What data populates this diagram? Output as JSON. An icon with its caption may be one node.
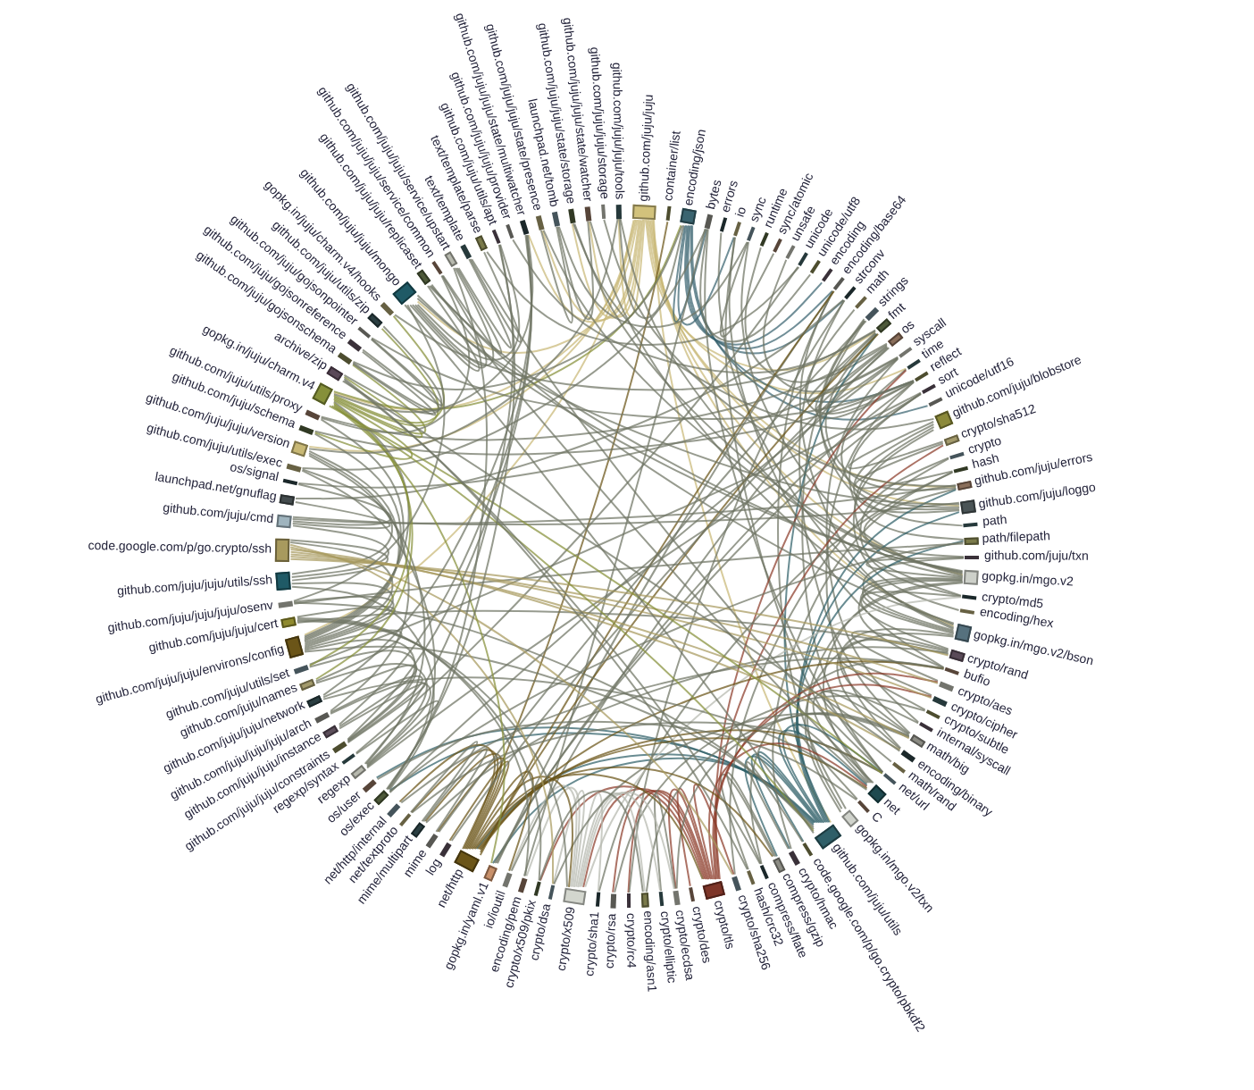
{
  "diagram": {
    "nodes": [
      {
        "text": [
          "github.com/juju/juju"
        ]
      },
      {
        "text": [
          "container/list"
        ]
      },
      {
        "text": [
          "encoding/json"
        ]
      },
      {
        "text": [
          "bytes"
        ]
      },
      {
        "text": [
          "errors"
        ]
      },
      {
        "text": [
          "io"
        ]
      },
      {
        "text": [
          "sync"
        ]
      },
      {
        "text": [
          "runtime"
        ]
      },
      {
        "text": [
          "sync/atomic"
        ]
      },
      {
        "text": [
          "unsafe"
        ]
      },
      {
        "text": [
          "unicode"
        ]
      },
      {
        "text": [
          "unicode/utf8"
        ]
      },
      {
        "text": [
          "encoding"
        ]
      },
      {
        "text": [
          "encoding/base64"
        ]
      },
      {
        "text": [
          "strconv"
        ]
      },
      {
        "text": [
          "math"
        ]
      },
      {
        "text": [
          "strings"
        ]
      },
      {
        "text": [
          "fmt"
        ]
      },
      {
        "text": [
          "os"
        ]
      },
      {
        "text": [
          "syscall"
        ]
      },
      {
        "text": [
          "time"
        ]
      },
      {
        "text": [
          "reflect"
        ]
      },
      {
        "text": [
          "sort"
        ]
      },
      {
        "text": [
          "unicode/utf16"
        ]
      },
      {
        "text": [
          "github.com/juju/blobstore"
        ]
      },
      {
        "text": [
          "crypto/sha512"
        ]
      },
      {
        "text": [
          "crypto"
        ]
      },
      {
        "text": [
          "hash"
        ]
      },
      {
        "text": [
          "github.com/juju/errors"
        ]
      },
      {
        "text": [
          "github.com/juju/loggo"
        ]
      },
      {
        "text": [
          "path"
        ]
      },
      {
        "text": [
          "path/filepath"
        ]
      },
      {
        "text": [
          "github.com/juju/txn"
        ]
      },
      {
        "text": [
          "gopkg.in/mgo.v2"
        ]
      },
      {
        "text": [
          "crypto/md5"
        ]
      },
      {
        "text": [
          "encoding/hex"
        ]
      },
      {
        "text": [
          "gopkg.in/mgo.v2/bson"
        ]
      },
      {
        "text": [
          "crypto/rand"
        ]
      },
      {
        "text": [
          "bufio"
        ]
      },
      {
        "text": [
          "crypto/aes"
        ]
      },
      {
        "text": [
          "crypto/cipher"
        ]
      },
      {
        "text": [
          "crypto/subtle"
        ]
      },
      {
        "text": [
          "internal/syscall"
        ]
      },
      {
        "text": [
          "math/big"
        ]
      },
      {
        "text": [
          "encoding/binary"
        ]
      },
      {
        "text": [
          "math/rand"
        ]
      },
      {
        "text": [
          "net/url"
        ]
      },
      {
        "text": [
          "net"
        ]
      },
      {
        "text": [
          "C"
        ]
      },
      {
        "text": [
          "gopkg.in/mgo.v2/txn"
        ]
      },
      {
        "text": [
          "github.com/juju/utils"
        ]
      },
      {
        "text": [
          "code.google.com/p/go.crypto/pbkdf2"
        ]
      },
      {
        "text": [
          "crypto/hmac"
        ]
      },
      {
        "text": [
          "compress/gzip"
        ]
      },
      {
        "text": [
          "compress/flate"
        ]
      },
      {
        "text": [
          "hash/crc32"
        ]
      },
      {
        "text": [
          "crypto/sha256"
        ]
      },
      {
        "text": [
          "crypto/tls"
        ]
      },
      {
        "text": [
          "crypto/des"
        ]
      },
      {
        "text": [
          "crypto/ecdsa"
        ]
      },
      {
        "text": [
          "crypto/elliptic"
        ]
      },
      {
        "text": [
          "encoding/asn1"
        ]
      },
      {
        "text": [
          "crypto/rc4"
        ]
      },
      {
        "text": [
          "crypto/rsa"
        ]
      },
      {
        "text": [
          "crypto/sha1"
        ]
      },
      {
        "text": [
          "crypto/x509"
        ]
      },
      {
        "text": [
          "crypto/dsa"
        ]
      },
      {
        "text": [
          "crypto/x509/pkix"
        ]
      },
      {
        "text": [
          "encoding/pem"
        ]
      },
      {
        "text": [
          "io/ioutil"
        ]
      },
      {
        "text": [
          "gopkg.in/yaml.v1"
        ]
      },
      {
        "text": [
          "net/http"
        ]
      },
      {
        "text": [
          "log"
        ]
      },
      {
        "text": [
          "mime"
        ]
      },
      {
        "text": [
          "mime/multipart"
        ]
      },
      {
        "text": [
          "net/textproto"
        ]
      },
      {
        "text": [
          "net/http/internal"
        ]
      },
      {
        "text": [
          "os/exec"
        ]
      },
      {
        "text": [
          "os/user"
        ]
      },
      {
        "text": [
          "regexp"
        ]
      },
      {
        "text": [
          "regexp/syntax"
        ]
      },
      {
        "text": [
          "github.com/juju/juju/constraints"
        ]
      },
      {
        "text": [
          "github.com/juju/juju/instance"
        ]
      },
      {
        "text": [
          "github.com/juju/juju/juju/arch"
        ]
      },
      {
        "text": [
          "github.com/juju/juju/network"
        ]
      },
      {
        "text": [
          "github.com/juju/names"
        ]
      },
      {
        "text": [
          "github.com/juju/utils/set"
        ]
      },
      {
        "text": [
          "github.com/juju/juju/environs/config"
        ]
      },
      {
        "text": [
          "github.com/juju/juju/cert"
        ]
      },
      {
        "text": [
          "github.com/juju/juju/juju/osenv"
        ]
      },
      {
        "text": [
          "github.com/juju/juju/utils/ssh"
        ]
      },
      {
        "text": [
          "code.google.com/p/go.crypto/ssh"
        ]
      },
      {
        "text": [
          "github.com/juju/cmd"
        ]
      },
      {
        "text": [
          "launchpad.net/gnuflag"
        ]
      },
      {
        "text": [
          "os/signal"
        ]
      },
      {
        "text": [
          "github.com/juju/utils/exec"
        ]
      },
      {
        "text": [
          "github.com/juju/juju/version"
        ]
      },
      {
        "text": [
          "github.com/juju/schema"
        ]
      },
      {
        "text": [
          "github.com/juju/utils/proxy"
        ]
      },
      {
        "text": [
          "gopkg.in/juju/charm.v4"
        ]
      },
      {
        "text": [
          "archive/zip"
        ]
      },
      {
        "text": [
          "github.com/juju/gojsonschema"
        ]
      },
      {
        "text": [
          "github.com/juju/gojsonreference"
        ]
      },
      {
        "text": [
          "github.com/juju/gojsonpointer"
        ]
      },
      {
        "text": [
          "github.com/juju/utils/zip"
        ]
      },
      {
        "text": [
          "gopkg.in/juju/charm.v4/hooks"
        ]
      },
      {
        "text": [
          "github.com/juju/juju/mongo"
        ]
      },
      {
        "text": [
          "github.com/juju/juju/replicaset"
        ]
      },
      {
        "text": [
          "github.com/juju/juju/service/common"
        ]
      },
      {
        "text": [
          "github.com/juju/juju/service/upstart"
        ]
      },
      {
        "text": [
          "text/template"
        ]
      },
      {
        "text": [
          "text/template/parse"
        ]
      },
      {
        "text": [
          "github.com/juju/utils/apt"
        ]
      },
      {
        "text": [
          "github.com/juju/juju/provider"
        ]
      },
      {
        "text": [
          "github.com/juju/juju/state/multiwatcher"
        ]
      },
      {
        "text": [
          "github.com/juju/juju/state/presence"
        ]
      },
      {
        "text": [
          "launchpad.net/tomb"
        ]
      },
      {
        "text": [
          "github.com/juju/juju/state/storage"
        ]
      },
      {
        "text": [
          "github.com/juju/juju/state/watcher"
        ]
      },
      {
        "text": [
          "github.com/juju/juju/storage"
        ]
      },
      {
        "text": [
          "github.com/juju/juju/tools"
        ]
      }
    ],
    "edges": [
      {
        "from": 0,
        "to": 17,
        "arrow": "none",
        "color": "#c9b877"
      },
      {
        "from": 0,
        "to": 20,
        "arrow": "none",
        "color": "#c9b877"
      },
      {
        "from": 0,
        "to": 28,
        "arrow": "none",
        "color": "#c9b877"
      },
      {
        "from": 0,
        "to": 29,
        "arrow": "none",
        "color": "#c9b877"
      },
      {
        "from": 0,
        "to": 33,
        "arrow": "none",
        "color": "#c9b877"
      },
      {
        "from": 0,
        "to": 36,
        "arrow": "none",
        "color": "#c9b877"
      },
      {
        "from": 0,
        "to": 50,
        "arrow": "none",
        "color": "#c9b877"
      },
      {
        "from": 0,
        "to": 87,
        "arrow": "none",
        "color": "#c9b877"
      },
      {
        "from": 0,
        "to": 99,
        "arrow": "none",
        "color": "#c9b877"
      },
      {
        "from": 0,
        "to": 106,
        "arrow": "none",
        "color": "#c9b877"
      },
      {
        "from": 0,
        "to": 114,
        "arrow": "none",
        "color": "#c9b877"
      },
      {
        "from": 0,
        "to": 115,
        "arrow": "none",
        "color": "#c9b877"
      },
      {
        "from": 0,
        "to": 117,
        "arrow": "none",
        "color": "#c9b877"
      },
      {
        "from": 0,
        "to": 118,
        "arrow": "none",
        "color": "#c9b877"
      },
      {
        "from": 0,
        "to": 120,
        "arrow": "none",
        "color": "#c9b877"
      },
      {
        "from": 0,
        "to": 96,
        "arrow": "none",
        "color": "#c9b877"
      },
      {
        "from": 2,
        "to": 3,
        "arrow": "none",
        "color": "#3a6470"
      },
      {
        "from": 2,
        "to": 12,
        "arrow": "none",
        "color": "#3a6470"
      },
      {
        "from": 2,
        "to": 13,
        "arrow": "none",
        "color": "#3a6470"
      },
      {
        "from": 2,
        "to": 5,
        "arrow": "none",
        "color": "#3a6470"
      },
      {
        "from": 2,
        "to": 21,
        "arrow": "none",
        "color": "#3a6470"
      },
      {
        "from": 2,
        "to": 14,
        "arrow": "none",
        "color": "#3a6470"
      },
      {
        "from": 2,
        "to": 23,
        "arrow": "none",
        "color": "#3a6470"
      },
      {
        "from": 3,
        "to": 11,
        "arrow": "none"
      },
      {
        "from": 6,
        "to": 8,
        "arrow": "none"
      },
      {
        "from": 17,
        "to": 18,
        "arrow": "none"
      },
      {
        "from": 17,
        "to": 21,
        "arrow": "none"
      },
      {
        "from": 18,
        "to": 19,
        "arrow": "none"
      },
      {
        "from": 18,
        "to": 7,
        "arrow": "none"
      },
      {
        "from": 19,
        "to": 9,
        "arrow": "none"
      },
      {
        "from": 21,
        "to": 15,
        "arrow": "none"
      },
      {
        "from": 24,
        "to": 25,
        "arrow": "none"
      },
      {
        "from": 24,
        "to": 35,
        "arrow": "none"
      },
      {
        "from": 24,
        "to": 29,
        "arrow": "none"
      },
      {
        "from": 24,
        "to": 33,
        "arrow": "none"
      },
      {
        "from": 25,
        "to": 27,
        "arrow": "none"
      },
      {
        "from": 28,
        "to": 17,
        "arrow": "none"
      },
      {
        "from": 29,
        "to": 16,
        "arrow": "none"
      },
      {
        "from": 29,
        "to": 20,
        "arrow": "none"
      },
      {
        "from": 30,
        "to": 16,
        "arrow": "none"
      },
      {
        "from": 31,
        "to": 22,
        "arrow": "none"
      },
      {
        "from": 32,
        "to": 33,
        "arrow": "none"
      },
      {
        "from": 32,
        "to": 36,
        "arrow": "none"
      },
      {
        "from": 32,
        "to": 28,
        "arrow": "none"
      },
      {
        "from": 33,
        "to": 36,
        "arrow": "none"
      },
      {
        "from": 33,
        "to": 47,
        "arrow": "none"
      },
      {
        "from": 33,
        "to": 6,
        "arrow": "none"
      },
      {
        "from": 33,
        "to": 37,
        "arrow": "none"
      },
      {
        "from": 33,
        "to": 38,
        "arrow": "none"
      },
      {
        "from": 34,
        "to": 26,
        "arrow": "none"
      },
      {
        "from": 36,
        "to": 4,
        "arrow": "none"
      },
      {
        "from": 36,
        "to": 34,
        "arrow": "none"
      },
      {
        "from": 36,
        "to": 44,
        "arrow": "none"
      },
      {
        "from": 36,
        "to": 13,
        "arrow": "none"
      },
      {
        "from": 37,
        "to": 39,
        "arrow": "none"
      },
      {
        "from": 37,
        "to": 43,
        "arrow": "none"
      },
      {
        "from": 38,
        "to": 5,
        "arrow": "none"
      },
      {
        "from": 40,
        "to": 41,
        "arrow": "none"
      },
      {
        "from": 42,
        "to": 19,
        "arrow": "none"
      },
      {
        "from": 43,
        "to": 45,
        "arrow": "none"
      },
      {
        "from": 43,
        "to": 14,
        "arrow": "none"
      },
      {
        "from": 44,
        "to": 21,
        "arrow": "none"
      },
      {
        "from": 46,
        "to": 3,
        "arrow": "none"
      },
      {
        "from": 46,
        "to": 16,
        "arrow": "none"
      },
      {
        "from": 47,
        "to": 42,
        "arrow": "none"
      },
      {
        "from": 47,
        "to": 48,
        "arrow": "none"
      },
      {
        "from": 47,
        "to": 5,
        "arrow": "none"
      },
      {
        "from": 49,
        "to": 33,
        "arrow": "none"
      },
      {
        "from": 49,
        "to": 36,
        "arrow": "none"
      },
      {
        "from": 49,
        "to": 13,
        "arrow": "none"
      },
      {
        "from": 50,
        "to": 51,
        "arrow": "none",
        "color": "#2f5f68"
      },
      {
        "from": 50,
        "to": 52,
        "arrow": "none",
        "color": "#2f5f68"
      },
      {
        "from": 50,
        "to": 53,
        "arrow": "none",
        "color": "#2f5f68"
      },
      {
        "from": 50,
        "to": 17,
        "arrow": "none",
        "color": "#2f5f68"
      },
      {
        "from": 50,
        "to": 77,
        "arrow": "none",
        "color": "#2f5f68"
      },
      {
        "from": 50,
        "to": 29,
        "arrow": "none",
        "color": "#2f5f68"
      },
      {
        "from": 50,
        "to": 28,
        "arrow": "none",
        "color": "#2f5f68"
      },
      {
        "from": 50,
        "to": 31,
        "arrow": "none",
        "color": "#2f5f68"
      },
      {
        "from": 50,
        "to": 47,
        "arrow": "none",
        "color": "#2f5f68"
      },
      {
        "from": 50,
        "to": 70,
        "arrow": "none",
        "color": "#2f5f68"
      },
      {
        "from": 50,
        "to": 78,
        "arrow": "none",
        "color": "#2f5f68"
      },
      {
        "from": 50,
        "to": 46,
        "arrow": "none",
        "color": "#2f5f68"
      },
      {
        "from": 50,
        "to": 71,
        "arrow": "none",
        "color": "#2f5f68"
      },
      {
        "from": 51,
        "to": 52,
        "arrow": "none"
      },
      {
        "from": 52,
        "to": 27,
        "arrow": "none"
      },
      {
        "from": 53,
        "to": 54,
        "arrow": "none"
      },
      {
        "from": 53,
        "to": 55,
        "arrow": "none"
      },
      {
        "from": 54,
        "to": 38,
        "arrow": "none"
      },
      {
        "from": 56,
        "to": 26,
        "arrow": "none"
      },
      {
        "from": 57,
        "to": 39,
        "arrow": "none",
        "color": "#8c3b2a"
      },
      {
        "from": 57,
        "to": 40,
        "arrow": "none",
        "color": "#8c3b2a"
      },
      {
        "from": 57,
        "to": 58,
        "arrow": "none",
        "color": "#8c3b2a"
      },
      {
        "from": 57,
        "to": 59,
        "arrow": "none",
        "color": "#8c3b2a"
      },
      {
        "from": 57,
        "to": 62,
        "arrow": "none",
        "color": "#8c3b2a"
      },
      {
        "from": 57,
        "to": 63,
        "arrow": "none",
        "color": "#8c3b2a"
      },
      {
        "from": 57,
        "to": 56,
        "arrow": "none",
        "color": "#8c3b2a"
      },
      {
        "from": 57,
        "to": 25,
        "arrow": "none",
        "color": "#8c3b2a"
      },
      {
        "from": 57,
        "to": 65,
        "arrow": "none",
        "color": "#8c3b2a"
      },
      {
        "from": 57,
        "to": 67,
        "arrow": "none",
        "color": "#8c3b2a"
      },
      {
        "from": 57,
        "to": 47,
        "arrow": "none",
        "color": "#8c3b2a"
      },
      {
        "from": 57,
        "to": 20,
        "arrow": "none",
        "color": "#8c3b2a"
      },
      {
        "from": 59,
        "to": 60,
        "arrow": "none"
      },
      {
        "from": 59,
        "to": 43,
        "arrow": "none"
      },
      {
        "from": 61,
        "to": 43,
        "arrow": "none"
      },
      {
        "from": 62,
        "to": 14,
        "arrow": "none"
      },
      {
        "from": 63,
        "to": 41,
        "arrow": "none"
      },
      {
        "from": 64,
        "to": 27,
        "arrow": "none"
      },
      {
        "from": 65,
        "to": 66,
        "arrow": "none",
        "color": "#b5b8ae"
      },
      {
        "from": 65,
        "to": 59,
        "arrow": "none",
        "color": "#b5b8ae"
      },
      {
        "from": 65,
        "to": 60,
        "arrow": "none",
        "color": "#b5b8ae"
      },
      {
        "from": 65,
        "to": 61,
        "arrow": "none",
        "color": "#b5b8ae"
      },
      {
        "from": 65,
        "to": 68,
        "arrow": "none",
        "color": "#b5b8ae"
      },
      {
        "from": 65,
        "to": 64,
        "arrow": "none",
        "color": "#b5b8ae"
      },
      {
        "from": 65,
        "to": 34,
        "arrow": "none",
        "color": "#b5b8ae"
      },
      {
        "from": 65,
        "to": 69,
        "arrow": "none",
        "color": "#b5b8ae"
      },
      {
        "from": 66,
        "to": 43,
        "arrow": "none"
      },
      {
        "from": 67,
        "to": 61,
        "arrow": "none"
      },
      {
        "from": 68,
        "to": 3,
        "arrow": "none"
      },
      {
        "from": 69,
        "to": 18,
        "arrow": "none"
      },
      {
        "from": 70,
        "to": 13,
        "arrow": "none"
      },
      {
        "from": 70,
        "to": 21,
        "arrow": "none"
      },
      {
        "from": 70,
        "to": 22,
        "arrow": "none"
      },
      {
        "from": 71,
        "to": 57,
        "arrow": "none",
        "color": "#6b5518"
      },
      {
        "from": 71,
        "to": 65,
        "arrow": "none",
        "color": "#6b5518"
      },
      {
        "from": 71,
        "to": 47,
        "arrow": "none",
        "color": "#6b5518"
      },
      {
        "from": 71,
        "to": 46,
        "arrow": "none",
        "color": "#6b5518"
      },
      {
        "from": 71,
        "to": 53,
        "arrow": "none",
        "color": "#6b5518"
      },
      {
        "from": 71,
        "to": 75,
        "arrow": "none",
        "color": "#6b5518"
      },
      {
        "from": 71,
        "to": 74,
        "arrow": "none",
        "color": "#6b5518"
      },
      {
        "from": 71,
        "to": 73,
        "arrow": "none",
        "color": "#6b5518"
      },
      {
        "from": 71,
        "to": 72,
        "arrow": "none",
        "color": "#6b5518"
      },
      {
        "from": 71,
        "to": 76,
        "arrow": "none",
        "color": "#6b5518"
      },
      {
        "from": 71,
        "to": 38,
        "arrow": "none",
        "color": "#6b5518"
      },
      {
        "from": 71,
        "to": 13,
        "arrow": "none",
        "color": "#6b5518"
      },
      {
        "from": 71,
        "to": 17,
        "arrow": "none",
        "color": "#6b5518"
      },
      {
        "from": 71,
        "to": 69,
        "arrow": "none",
        "color": "#6b5518"
      },
      {
        "from": 71,
        "to": 1,
        "arrow": "none",
        "color": "#6b5518"
      },
      {
        "from": 72,
        "to": 18,
        "arrow": "none"
      },
      {
        "from": 73,
        "to": 16,
        "arrow": "none"
      },
      {
        "from": 74,
        "to": 73,
        "arrow": "none"
      },
      {
        "from": 74,
        "to": 75,
        "arrow": "none"
      },
      {
        "from": 74,
        "to": 37,
        "arrow": "none"
      },
      {
        "from": 75,
        "to": 46,
        "arrow": "none"
      },
      {
        "from": 76,
        "to": 38,
        "arrow": "none"
      },
      {
        "from": 77,
        "to": 19,
        "arrow": "none"
      },
      {
        "from": 77,
        "to": 31,
        "arrow": "none"
      },
      {
        "from": 78,
        "to": 48,
        "arrow": "none"
      },
      {
        "from": 79,
        "to": 80,
        "arrow": "none"
      },
      {
        "from": 79,
        "to": 22,
        "arrow": "none"
      },
      {
        "from": 80,
        "to": 10,
        "arrow": "none"
      },
      {
        "from": 81,
        "to": 83,
        "arrow": "none"
      },
      {
        "from": 81,
        "to": 82,
        "arrow": "none"
      },
      {
        "from": 81,
        "to": 86,
        "arrow": "none"
      },
      {
        "from": 82,
        "to": 84,
        "arrow": "none"
      },
      {
        "from": 83,
        "to": 79,
        "arrow": "none"
      },
      {
        "from": 84,
        "to": 47,
        "arrow": "none"
      },
      {
        "from": 85,
        "to": 79,
        "arrow": "none"
      },
      {
        "from": 86,
        "to": 22,
        "arrow": "none"
      },
      {
        "from": 87,
        "to": 91,
        "arrow": "none"
      },
      {
        "from": 87,
        "to": 90,
        "arrow": "none"
      },
      {
        "from": 87,
        "to": 88,
        "arrow": "none"
      },
      {
        "from": 87,
        "to": 89,
        "arrow": "none"
      },
      {
        "from": 87,
        "to": 99,
        "arrow": "none"
      },
      {
        "from": 87,
        "to": 97,
        "arrow": "none"
      },
      {
        "from": 87,
        "to": 98,
        "arrow": "none"
      },
      {
        "from": 87,
        "to": 96,
        "arrow": "none"
      },
      {
        "from": 87,
        "to": 50,
        "arrow": "none"
      },
      {
        "from": 87,
        "to": 85,
        "arrow": "none"
      },
      {
        "from": 87,
        "to": 81,
        "arrow": "none"
      },
      {
        "from": 88,
        "to": 65,
        "arrow": "none"
      },
      {
        "from": 88,
        "to": 67,
        "arrow": "none"
      },
      {
        "from": 88,
        "to": 68,
        "arrow": "none"
      },
      {
        "from": 88,
        "to": 37,
        "arrow": "none"
      },
      {
        "from": 89,
        "to": 31,
        "arrow": "none"
      },
      {
        "from": 89,
        "to": 50,
        "arrow": "none"
      },
      {
        "from": 90,
        "to": 91,
        "arrow": "none"
      },
      {
        "from": 90,
        "to": 92,
        "arrow": "none"
      },
      {
        "from": 90,
        "to": 77,
        "arrow": "none"
      },
      {
        "from": 90,
        "to": 95,
        "arrow": "none"
      },
      {
        "from": 91,
        "to": 39,
        "arrow": "none",
        "color": "#a89a5e"
      },
      {
        "from": 91,
        "to": 40,
        "arrow": "none",
        "color": "#a89a5e"
      },
      {
        "from": 91,
        "to": 56,
        "arrow": "none",
        "color": "#a89a5e"
      },
      {
        "from": 91,
        "to": 37,
        "arrow": "none",
        "color": "#a89a5e"
      },
      {
        "from": 91,
        "to": 43,
        "arrow": "none",
        "color": "#a89a5e"
      },
      {
        "from": 91,
        "to": 44,
        "arrow": "none",
        "color": "#a89a5e"
      },
      {
        "from": 91,
        "to": 66,
        "arrow": "none",
        "color": "#a89a5e"
      },
      {
        "from": 92,
        "to": 93,
        "arrow": "none"
      },
      {
        "from": 92,
        "to": 94,
        "arrow": "none"
      },
      {
        "from": 92,
        "to": 29,
        "arrow": "none"
      },
      {
        "from": 92,
        "to": 28,
        "arrow": "none"
      },
      {
        "from": 93,
        "to": 14,
        "arrow": "none"
      },
      {
        "from": 94,
        "to": 19,
        "arrow": "none"
      },
      {
        "from": 95,
        "to": 77,
        "arrow": "none"
      },
      {
        "from": 95,
        "to": 3,
        "arrow": "none"
      },
      {
        "from": 96,
        "to": 79,
        "arrow": "none"
      },
      {
        "from": 96,
        "to": 83,
        "arrow": "none"
      },
      {
        "from": 97,
        "to": 21,
        "arrow": "none"
      },
      {
        "from": 98,
        "to": 18,
        "arrow": "none"
      },
      {
        "from": 99,
        "to": 100,
        "arrow": "none",
        "color": "#86903a"
      },
      {
        "from": 99,
        "to": 101,
        "arrow": "none",
        "color": "#86903a"
      },
      {
        "from": 99,
        "to": 104,
        "arrow": "none",
        "color": "#86903a"
      },
      {
        "from": 99,
        "to": 70,
        "arrow": "none",
        "color": "#86903a"
      },
      {
        "from": 99,
        "to": 97,
        "arrow": "none",
        "color": "#86903a"
      },
      {
        "from": 99,
        "to": 105,
        "arrow": "none",
        "color": "#86903a"
      },
      {
        "from": 99,
        "to": 86,
        "arrow": "none",
        "color": "#86903a"
      },
      {
        "from": 99,
        "to": 50,
        "arrow": "none",
        "color": "#86903a"
      },
      {
        "from": 99,
        "to": 46,
        "arrow": "none",
        "color": "#86903a"
      },
      {
        "from": 99,
        "to": 2,
        "arrow": "none",
        "color": "#86903a"
      },
      {
        "from": 99,
        "to": 85,
        "arrow": "none",
        "color": "#86903a"
      },
      {
        "from": 100,
        "to": 54,
        "arrow": "none"
      },
      {
        "from": 100,
        "to": 55,
        "arrow": "none"
      },
      {
        "from": 100,
        "to": 44,
        "arrow": "none"
      },
      {
        "from": 101,
        "to": 102,
        "arrow": "none"
      },
      {
        "from": 101,
        "to": 103,
        "arrow": "none"
      },
      {
        "from": 101,
        "to": 2,
        "arrow": "none"
      },
      {
        "from": 102,
        "to": 103,
        "arrow": "none"
      },
      {
        "from": 103,
        "to": 21,
        "arrow": "none"
      },
      {
        "from": 104,
        "to": 100,
        "arrow": "none"
      },
      {
        "from": 105,
        "to": 17,
        "arrow": "none"
      },
      {
        "from": 106,
        "to": 107,
        "arrow": "none"
      },
      {
        "from": 106,
        "to": 33,
        "arrow": "none"
      },
      {
        "from": 106,
        "to": 50,
        "arrow": "none"
      },
      {
        "from": 106,
        "to": 29,
        "arrow": "none"
      },
      {
        "from": 106,
        "to": 108,
        "arrow": "none"
      },
      {
        "from": 106,
        "to": 109,
        "arrow": "none"
      },
      {
        "from": 106,
        "to": 112,
        "arrow": "none"
      },
      {
        "from": 106,
        "to": 89,
        "arrow": "none"
      },
      {
        "from": 107,
        "to": 33,
        "arrow": "none"
      },
      {
        "from": 107,
        "to": 36,
        "arrow": "none"
      },
      {
        "from": 107,
        "to": 47,
        "arrow": "none"
      },
      {
        "from": 108,
        "to": 98,
        "arrow": "none"
      },
      {
        "from": 109,
        "to": 108,
        "arrow": "none"
      },
      {
        "from": 109,
        "to": 110,
        "arrow": "none"
      },
      {
        "from": 109,
        "to": 77,
        "arrow": "none"
      },
      {
        "from": 110,
        "to": 111,
        "arrow": "none"
      },
      {
        "from": 110,
        "to": 46,
        "arrow": "none"
      },
      {
        "from": 111,
        "to": 10,
        "arrow": "none"
      },
      {
        "from": 112,
        "to": 77,
        "arrow": "none"
      },
      {
        "from": 112,
        "to": 79,
        "arrow": "none"
      },
      {
        "from": 113,
        "to": 17,
        "arrow": "none"
      },
      {
        "from": 114,
        "to": 99,
        "arrow": "none"
      },
      {
        "from": 114,
        "to": 82,
        "arrow": "none"
      },
      {
        "from": 114,
        "to": 84,
        "arrow": "none"
      },
      {
        "from": 114,
        "to": 81,
        "arrow": "none"
      },
      {
        "from": 115,
        "to": 116,
        "arrow": "none"
      },
      {
        "from": 115,
        "to": 33,
        "arrow": "none"
      },
      {
        "from": 116,
        "to": 6,
        "arrow": "none"
      },
      {
        "from": 117,
        "to": 24,
        "arrow": "none"
      },
      {
        "from": 117,
        "to": 33,
        "arrow": "none"
      },
      {
        "from": 118,
        "to": 116,
        "arrow": "none"
      },
      {
        "from": 118,
        "to": 36,
        "arrow": "none"
      },
      {
        "from": 119,
        "to": 28,
        "arrow": "none"
      },
      {
        "from": 120,
        "to": 96,
        "arrow": "none"
      },
      {
        "from": 120,
        "to": 2,
        "arrow": "none"
      },
      {
        "from": 120,
        "to": 34,
        "arrow": "none"
      }
    ]
  }
}
